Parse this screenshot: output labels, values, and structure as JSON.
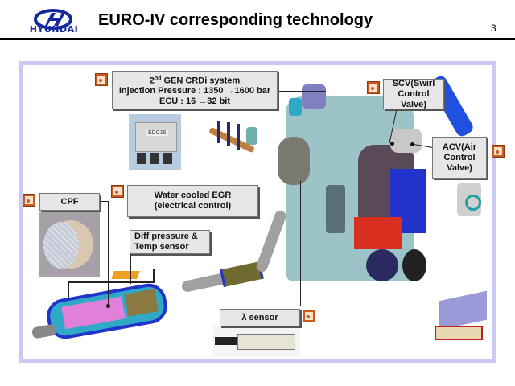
{
  "header": {
    "brand": "HYUNDAI",
    "title": "EURO-IV  corresponding technology",
    "page_number": "3"
  },
  "labels": {
    "crdi": {
      "line1_prefix": "2",
      "line1_sup": "nd",
      "line1_rest": " GEN CRDi system",
      "line2": "Injection Pressure : 1350 →1600 bar",
      "line3": "ECU : 16 →32 bit"
    },
    "scv": "SCV(Swirl Control Valve)",
    "acv": "ACV(Air Control Valve)",
    "cpf": "CPF",
    "egr": "Water cooled EGR (electrical control)",
    "diff": "Diff pressure & Temp  sensor",
    "lambda": "λ sensor"
  },
  "images": {
    "ecu_tag": "EDC16"
  },
  "colors": {
    "brand_blue": "#1428a0",
    "frame": "#cacaf4",
    "label_bg": "#e6e6e6",
    "icon_orange": "#c85a1e"
  }
}
